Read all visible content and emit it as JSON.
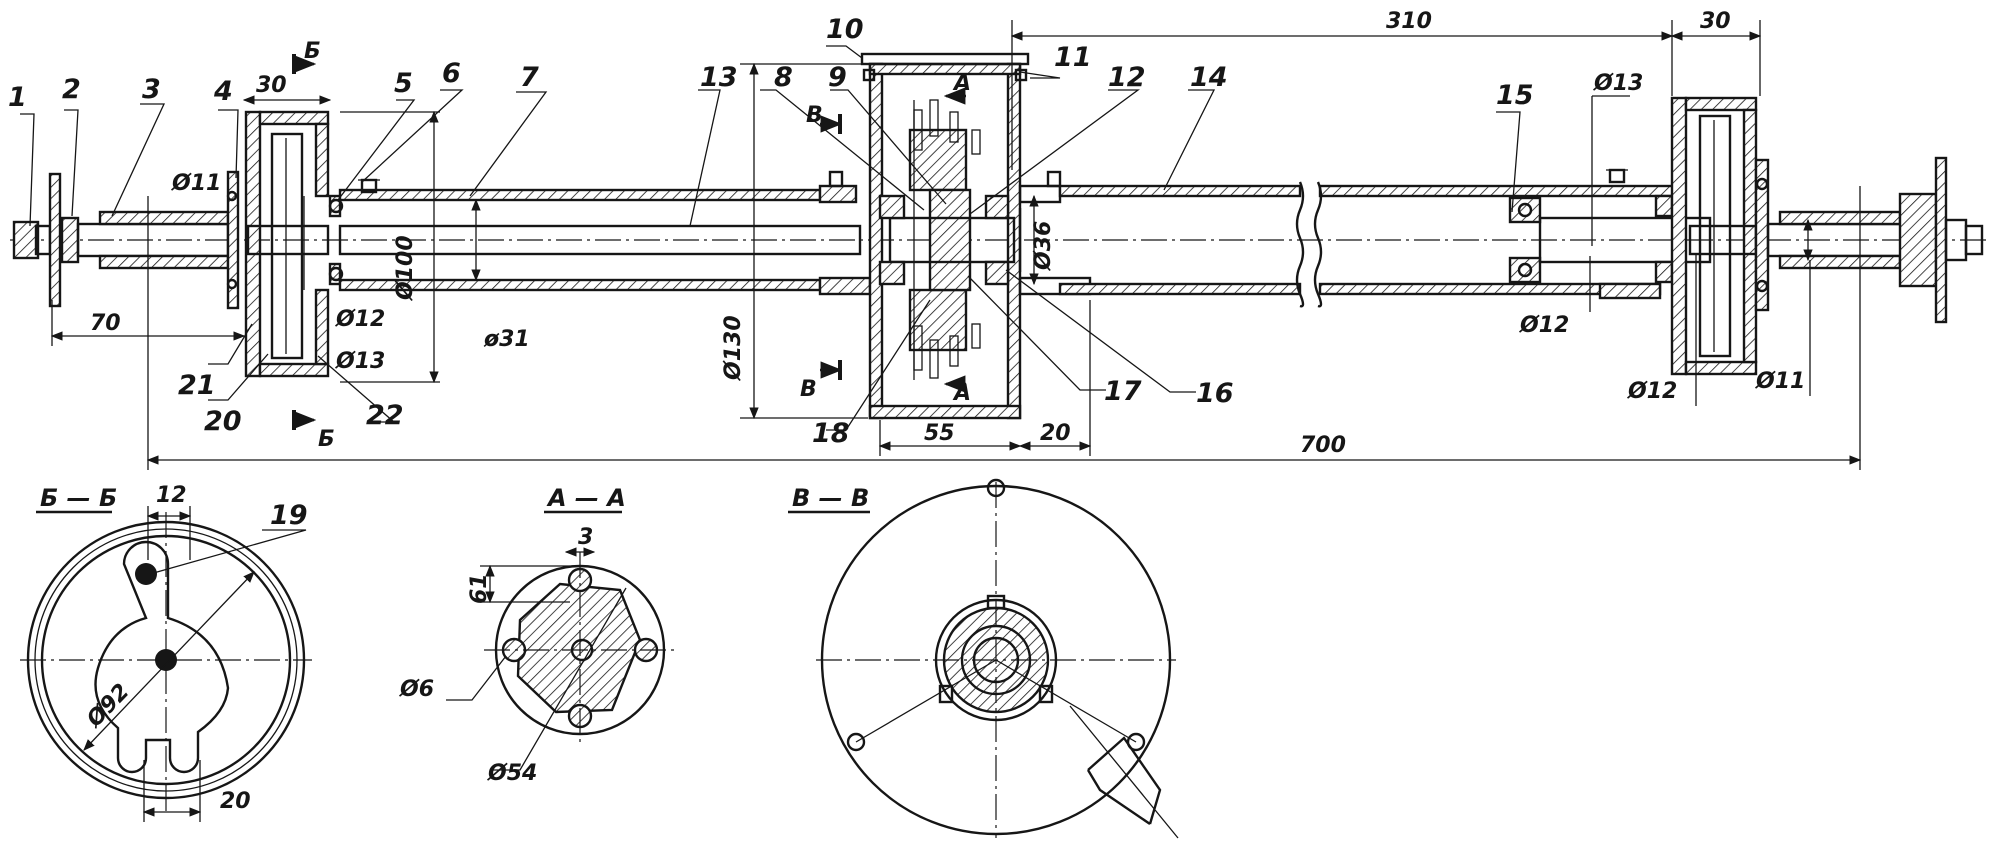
{
  "part_numbers": [
    "1",
    "2",
    "3",
    "4",
    "5",
    "6",
    "7",
    "8",
    "9",
    "10",
    "11",
    "12",
    "13",
    "14",
    "15",
    "16",
    "17",
    "18",
    "19",
    "20",
    "21",
    "22"
  ],
  "dimensions": {
    "d310": "310",
    "d30a": "30",
    "d30b": "30",
    "d13_top": "Ø13",
    "d11_left": "Ø11",
    "d100": "Ø100",
    "d31": "ø31",
    "d12_left": "Ø12",
    "d13_left": "Ø13",
    "d130": "Ø130",
    "d36": "Ø36",
    "d12_mid": "Ø12",
    "d12_right": "Ø12",
    "d11_right": "Ø11",
    "d70": "70",
    "d55": "55",
    "d20": "20",
    "d700": "700",
    "s_12": "12",
    "s_92": "Ø92",
    "s_20": "20",
    "a_3": "3",
    "a_61": "61",
    "a_6": "Ø6",
    "a_54": "Ø54"
  },
  "section_marks": {
    "b_top": "Б",
    "b_bottom": "Б",
    "a_top": "А",
    "a_bottom": "А",
    "v_top": "В",
    "v_bottom": "В"
  },
  "section_titles": {
    "bb": "Б — Б",
    "aa": "А — А",
    "vv": "В — В"
  }
}
